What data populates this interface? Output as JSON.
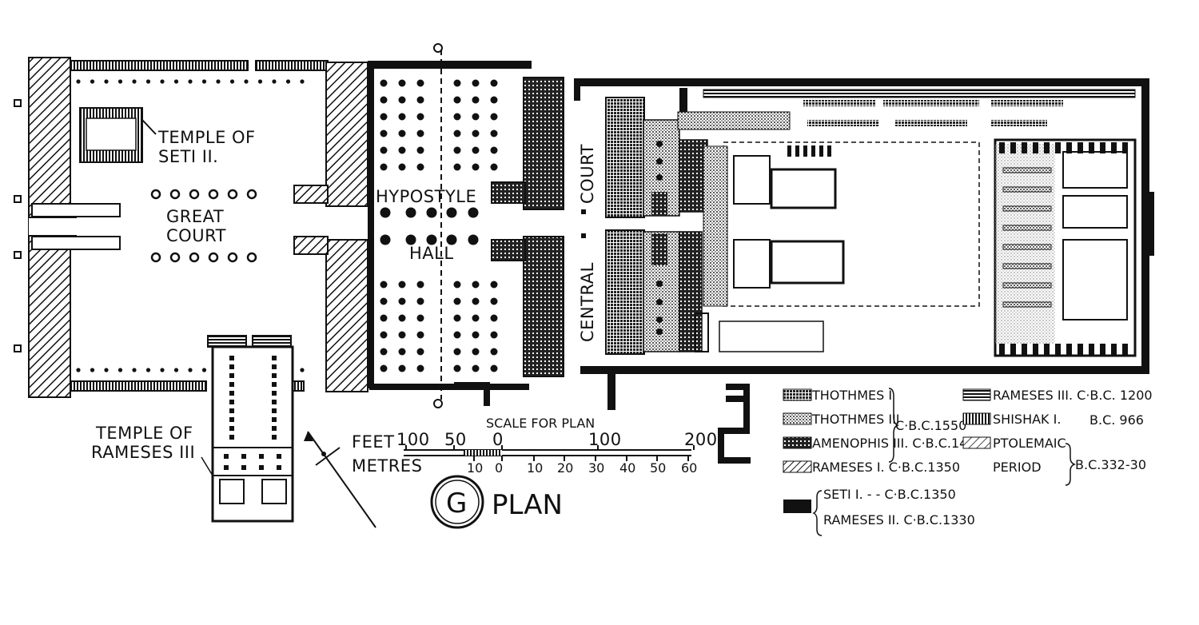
{
  "labels": {
    "temple_seti_line1": "TEMPLE OF",
    "temple_seti_line2": "SETI II.",
    "great_court_line1": "GREAT",
    "great_court_line2": "COURT",
    "hypostyle": "HYPOSTYLE",
    "hall": "HALL",
    "central": "CENTRAL",
    "court": "COURT",
    "temple_rameses_line1": "TEMPLE OF",
    "temple_rameses_line2": "RAMESES III",
    "plan_letter": "G",
    "plan_word": "PLAN"
  },
  "scale": {
    "title": "SCALE FOR PLAN",
    "feet_label": "FEET",
    "metres_label": "METRES",
    "feet_ticks": [
      "100",
      "50",
      "0",
      "100",
      "200"
    ],
    "metre_ticks": [
      "10",
      "0",
      "10",
      "20",
      "30",
      "40",
      "50",
      "60"
    ]
  },
  "legend": {
    "col1": [
      {
        "name": "THOTHMES I",
        "pattern": "pat-thothmes1"
      },
      {
        "name": "THOTHMES III",
        "pattern": "pat-thothmes3"
      },
      {
        "name": "AMENOPHIS III. C·B.C.1450",
        "pattern": "pat-amenophis"
      },
      {
        "name": "RAMESES I.  C·B.C.1350",
        "pattern": "pat-rameses1"
      }
    ],
    "col1_bracket_date": "C·B.C.1550",
    "black_group": {
      "line1": "SETI  I. - -  C·B.C.1350",
      "line2": "RAMESES II. C·B.C.1330"
    },
    "col2": [
      {
        "name": "RAMESES III. C·B.C. 1200",
        "pattern": "pat-rameses3"
      },
      {
        "name": "SHISHAK I.",
        "date": "B.C. 966",
        "pattern": "pat-shishak"
      },
      {
        "name": "PTOLEMAIC",
        "pattern": "pat-ptolemaic"
      },
      {
        "name": "PERIOD",
        "pattern": ""
      }
    ],
    "ptolemaic_date": "B.C.332-30"
  },
  "colors": {
    "ink": "#111111",
    "paper": "#ffffff"
  }
}
